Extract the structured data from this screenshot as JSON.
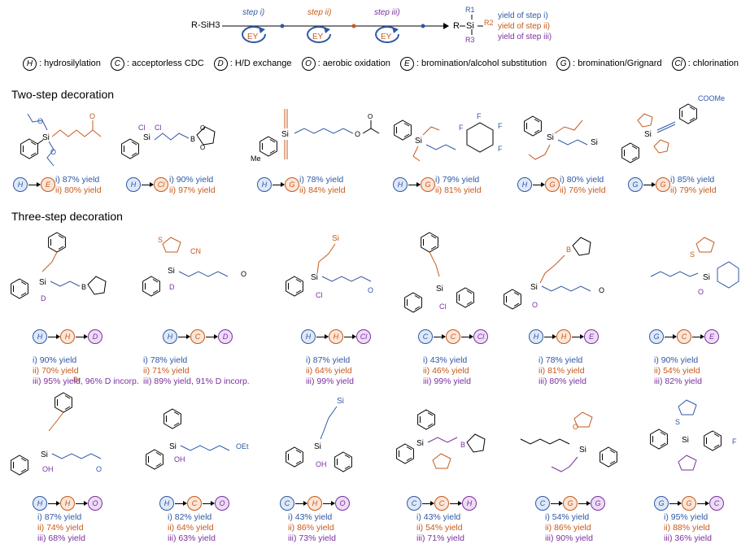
{
  "header": {
    "reactant": "R-SiH3",
    "steps": [
      {
        "label": "step i)",
        "color": "#2e58a6"
      },
      {
        "label": "step ii)",
        "color": "#c65a1b"
      },
      {
        "label": "step iii)",
        "color": "#7a2fa0"
      }
    ],
    "catalyst": "EY",
    "product_r": "R",
    "product_si": "Si",
    "product_r1": "R1",
    "product_r2": "R2",
    "product_r3": "R3",
    "yield_notes": [
      "yield of step i)",
      "yield of step ii)",
      "yield of step iii)"
    ]
  },
  "legend": [
    {
      "key": "H",
      "text": ": hydrosilylation"
    },
    {
      "key": "C",
      "text": ": acceptorless CDC"
    },
    {
      "key": "D",
      "text": ": H/D exchange"
    },
    {
      "key": "O",
      "text": ": aerobic oxidation"
    },
    {
      "key": "E",
      "text": ": bromination/alcohol substitution"
    },
    {
      "key": "G",
      "text": ": bromination/Grignard"
    },
    {
      "key": "Cl",
      "text": ": chlorination"
    }
  ],
  "sections": {
    "two_step": "Two-step decoration",
    "three_step": "Three-step decoration"
  },
  "labels": {
    "si": "Si",
    "cl": "Cl",
    "b": "B",
    "o": "O",
    "s": "S",
    "f": "F",
    "br": "Br",
    "oh": "OH",
    "d": "D",
    "me": "Me",
    "cn": "CN",
    "coome": "COOMe",
    "oet": "OEt"
  },
  "two_step": [
    {
      "seq": [
        "H",
        "E"
      ],
      "yields": [
        "i) 87% yield",
        "ii) 80% yield"
      ]
    },
    {
      "seq": [
        "H",
        "Cl"
      ],
      "yields": [
        "i) 90% yield",
        "ii) 97% yield"
      ]
    },
    {
      "seq": [
        "H",
        "G"
      ],
      "yields": [
        "i) 78% yield",
        "ii) 84% yield"
      ]
    },
    {
      "seq": [
        "H",
        "G"
      ],
      "yields": [
        "i) 79% yield",
        "ii) 81% yield"
      ]
    },
    {
      "seq": [
        "H",
        "G"
      ],
      "yields": [
        "i) 80% yield",
        "ii) 76% yield"
      ]
    },
    {
      "seq": [
        "G",
        "G"
      ],
      "yields": [
        "i) 85% yield",
        "ii) 79% yield"
      ]
    }
  ],
  "three_step_row1": [
    {
      "seq": [
        "H",
        "H",
        "D"
      ],
      "yields": [
        "i) 90% yield",
        "ii) 70% yield",
        "iii) 95% yield, 96% D incorp."
      ]
    },
    {
      "seq": [
        "H",
        "C",
        "D"
      ],
      "yields": [
        "i) 78% yield",
        "ii) 71% yield",
        "iii) 89% yield, 91% D incorp."
      ]
    },
    {
      "seq": [
        "H",
        "H",
        "Cl"
      ],
      "yields": [
        "i) 87% yield",
        "ii) 64% yield",
        "iii) 99% yield"
      ]
    },
    {
      "seq": [
        "C",
        "C",
        "Cl"
      ],
      "yields": [
        "i) 43% yield",
        "ii) 46% yield",
        "iii) 99% yield"
      ]
    },
    {
      "seq": [
        "H",
        "H",
        "E"
      ],
      "yields": [
        "i) 78% yield",
        "ii) 81% yield",
        "iii) 80% yield"
      ]
    },
    {
      "seq": [
        "G",
        "C",
        "E"
      ],
      "yields": [
        "i) 90% yield",
        "ii) 54% yield",
        "iii) 82% yield"
      ]
    }
  ],
  "three_step_row2": [
    {
      "seq": [
        "H",
        "H",
        "O"
      ],
      "yields": [
        "i) 87% yield",
        "ii) 74% yield",
        "iii) 68% yield"
      ]
    },
    {
      "seq": [
        "H",
        "C",
        "O"
      ],
      "yields": [
        "i) 82% yield",
        "ii) 64% yield",
        "iii) 63% yield"
      ]
    },
    {
      "seq": [
        "C",
        "H",
        "O"
      ],
      "yields": [
        "i) 43% yield",
        "ii) 86% yield",
        "iii)  73% yield"
      ]
    },
    {
      "seq": [
        "C",
        "C",
        "H"
      ],
      "yields": [
        "i) 43% yield",
        "ii) 54% yield",
        "iii) 71% yield"
      ]
    },
    {
      "seq": [
        "C",
        "G",
        "G"
      ],
      "yields": [
        "i) 54% yield",
        "ii) 86% yield",
        "iii) 90% yield"
      ]
    },
    {
      "seq": [
        "G",
        "G",
        "C"
      ],
      "yields": [
        "i) 95% yield",
        "ii) 88% yield",
        "iii) 36% yield"
      ]
    }
  ]
}
